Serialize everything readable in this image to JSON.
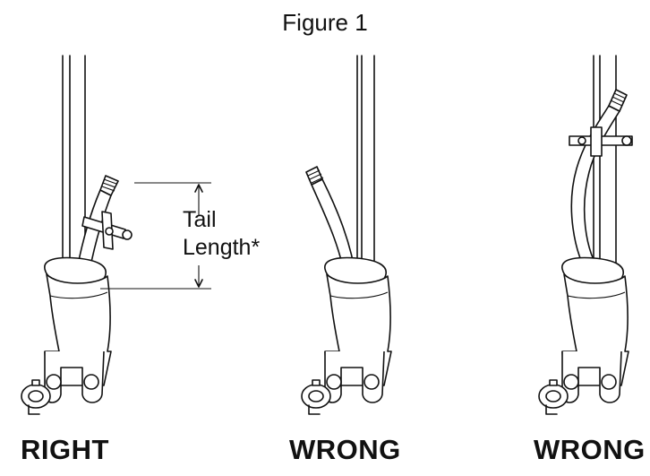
{
  "figure": {
    "title": "Figure 1"
  },
  "panels": [
    {
      "label": "RIGHT"
    },
    {
      "label": "WRONG"
    },
    {
      "label": "WRONG"
    }
  ],
  "annotation": {
    "line1": "Tail",
    "line2": "Length*"
  }
}
